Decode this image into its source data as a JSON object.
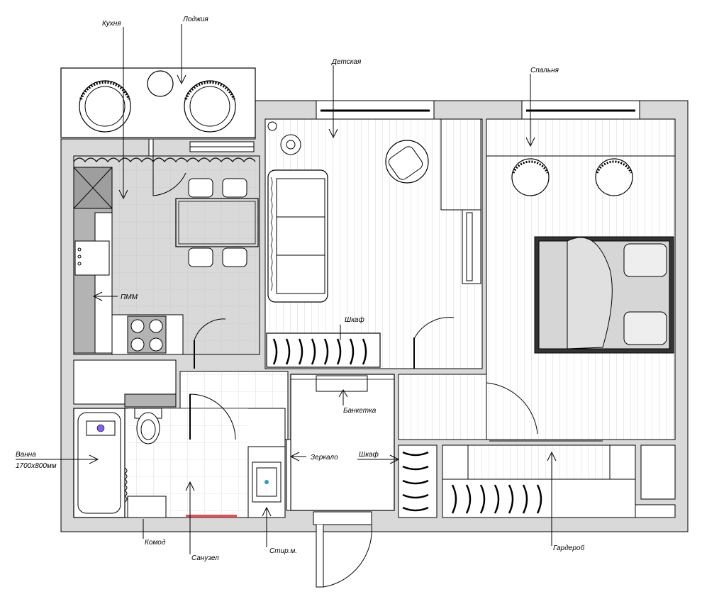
{
  "labels": {
    "kitchen": "Кухня",
    "loggia": "Лоджия",
    "kids_room": "Детская",
    "bedroom": "Спальня",
    "dishwasher": "ПММ",
    "closet_kids": "Шкаф",
    "bench": "Банкетка",
    "mirror": "Зеркало",
    "closet_hall": "Шкаф",
    "bath_name": "Ванна",
    "bath_size": "1700х800мм",
    "dresser": "Комод",
    "bathroom": "Санузел",
    "washer": "Стир.м.",
    "wardrobe": "Гардероб"
  },
  "colors": {
    "wall": "#d9d9d9",
    "counter": "#b3b3b3",
    "line": "#000000",
    "floor_grid": "#bdbdbd",
    "accent_bath": "#8a5cf0",
    "accent_heater": "#e05050"
  }
}
